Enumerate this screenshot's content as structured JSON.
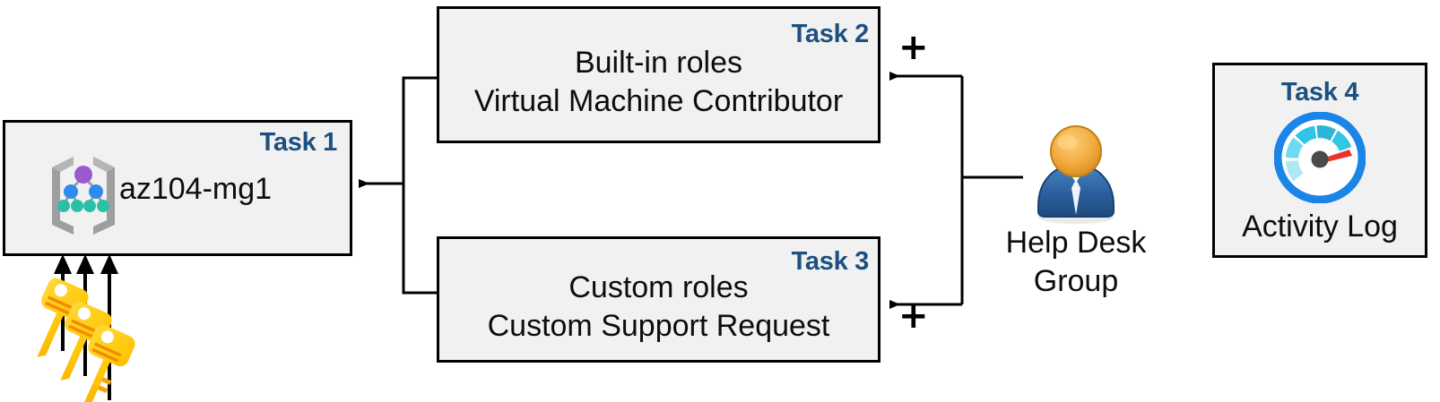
{
  "diagram": {
    "title": "Azure RBAC task diagram",
    "accent_blue": "#1B5080",
    "box_fill": "#f1f1f1",
    "box_border": "#000000"
  },
  "task1": {
    "label": "Task 1",
    "text": "az104-mg1",
    "icon": "management-group-icon"
  },
  "task2": {
    "label": "Task 2",
    "line1": "Built-in roles",
    "line2": "Virtual Machine Contributor"
  },
  "task3": {
    "label": "Task 3",
    "line1": "Custom roles",
    "line2": "Custom Support Request"
  },
  "task4": {
    "label": "Task 4",
    "text": "Activity Log",
    "icon": "activity-log-gauge-icon"
  },
  "group": {
    "line1": "Help Desk",
    "line2": "Group",
    "icon": "user-group-icon"
  },
  "keys": {
    "icon": "keys-icon",
    "count": 3
  },
  "operators": {
    "plus_top": "+",
    "plus_bottom": "+"
  }
}
